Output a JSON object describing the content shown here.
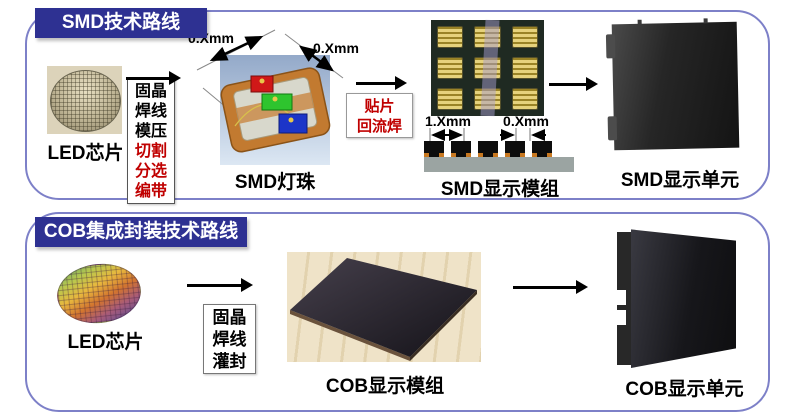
{
  "diagram": {
    "colors": {
      "banner_bg": "#2E3192",
      "panel_border": "#7D80C8",
      "highlight_red": "#C00000"
    },
    "smd": {
      "title": "SMD技术路线",
      "chip_caption": "LED芯片",
      "package_steps": [
        {
          "text": "固晶",
          "highlight": false
        },
        {
          "text": "焊线",
          "highlight": false
        },
        {
          "text": "模压",
          "highlight": false
        },
        {
          "text": "切割",
          "highlight": true
        },
        {
          "text": "分选",
          "highlight": true
        },
        {
          "text": "编带",
          "highlight": true
        }
      ],
      "bead_caption": "SMD灯珠",
      "bead_dim_left": "0.Xmm",
      "bead_dim_right": "0.Xmm",
      "smt_step_line1": "贴片",
      "smt_step_line2": "回流焊",
      "module_caption": "SMD显示模组",
      "module_pitch": "1.Xmm",
      "module_gap": "0.Xmm",
      "unit_caption": "SMD显示单元"
    },
    "cob": {
      "title": "COB集成封装技术路线",
      "chip_caption": "LED芯片",
      "package_steps": [
        {
          "text": "固晶",
          "highlight": false
        },
        {
          "text": "焊线",
          "highlight": false
        },
        {
          "text": "灌封",
          "highlight": false
        }
      ],
      "module_caption": "COB显示模组",
      "unit_caption": "COB显示单元"
    }
  }
}
